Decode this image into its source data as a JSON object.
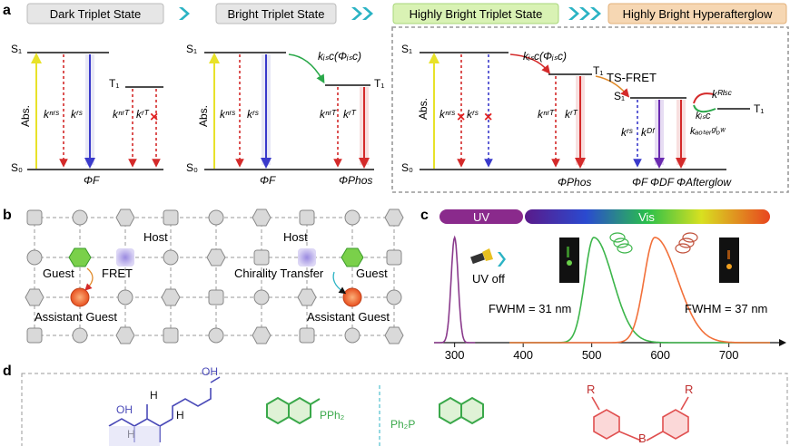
{
  "panels": {
    "a": "a",
    "b": "b",
    "c": "c",
    "d": "d"
  },
  "states": [
    {
      "label": "Dark Triplet State",
      "bg": "#e6e6e6"
    },
    {
      "label": "Bright Triplet State",
      "bg": "#e6e6e6"
    },
    {
      "label": "Highly Bright Triplet State",
      "bg": "#d9f2b4"
    },
    {
      "label": "Highly Bright Hyperafterglow",
      "bg": "#f6d7b3"
    }
  ],
  "levels": {
    "s1": "S₁",
    "s0": "S₀",
    "t1": "T₁",
    "abs": "Abs."
  },
  "rates": {
    "knr_s": "kⁿʳˢ",
    "kr_s": "kʳˢ",
    "knr_t": "kⁿʳᵀ",
    "kr_t": "kʳᵀ",
    "kisc": "kᵢₛc(Φᵢₛc)",
    "kdf": "kᴰᶠ",
    "kafter": "kₐₒₜₑᵣᵍˡₒʷ",
    "krisc": "kᴿᴵˢᶜ",
    "kisc2": "kᵢₛc"
  },
  "yields": {
    "phiF": "ΦF",
    "phiPhos": "ΦPhos",
    "phiDF": "ΦDF",
    "phiAfter": "ΦAfterglow"
  },
  "tsfret": "TS-FRET",
  "lattice": {
    "host": "Host",
    "guest": "Guest",
    "fret": "FRET",
    "assistant": "Assistant Guest",
    "chirality": "Chirality Transfer"
  },
  "spectrum": {
    "uv": "UV",
    "vis": "Vis",
    "uvoff": "UV off",
    "fwhm1": "FWHM = 31 nm",
    "fwhm2": "FWHM = 37 nm",
    "xticks": [
      "300",
      "400",
      "500",
      "600",
      "700"
    ]
  },
  "chart_data": {
    "type": "line",
    "x_range": [
      270,
      760
    ],
    "series": [
      {
        "color": "#8a3a8c",
        "peak": 300,
        "fwhm": 12
      },
      {
        "color": "#3cb54a",
        "peak": 503,
        "fwhm": 31
      },
      {
        "color": "#f2703a",
        "peak": 592,
        "fwhm": 37
      }
    ],
    "xticks": [
      300,
      400,
      500,
      600,
      700
    ]
  },
  "chem": {
    "oh": "OH",
    "cooh": "OH",
    "h": "H",
    "pph2": "PPh₂",
    "ph2p": "Ph₂P",
    "r": "R",
    "b": "B"
  },
  "colors": {
    "yellow": "#e8e229",
    "blue": "#3a3acb",
    "red": "#e03030",
    "green": "#2aa84a",
    "chev": "#2bb3c4"
  }
}
